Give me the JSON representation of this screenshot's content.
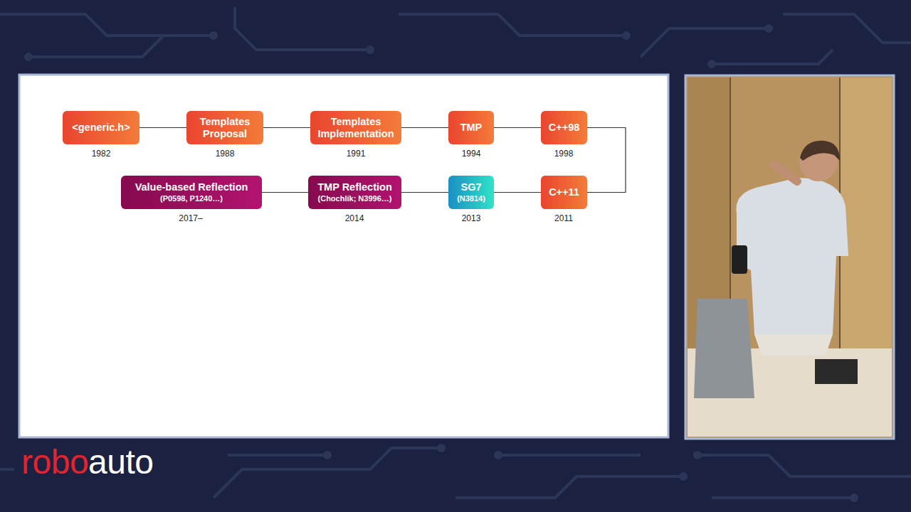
{
  "diagram": {
    "nodes": [
      {
        "text": [
          "<generic.h>"
        ]
      },
      {
        "text": [
          "Templates Proposal"
        ]
      },
      {
        "text": [
          "Templates Implementation"
        ]
      },
      {
        "text": [
          "TMP"
        ]
      },
      {
        "text": [
          "C++98"
        ]
      },
      {
        "text": [
          "C++11"
        ]
      },
      {
        "text": [
          "SG7",
          "(N3814)"
        ]
      },
      {
        "text": [
          "TMP Reflection",
          "(Chochlík; N3996…)"
        ]
      },
      {
        "text": [
          "Value-based Reflection",
          "(P0598, P1240…)"
        ]
      }
    ],
    "edges": [
      {
        "from": 0,
        "to": 1,
        "arrow": "none"
      },
      {
        "from": 1,
        "to": 2,
        "arrow": "none"
      },
      {
        "from": 2,
        "to": 3,
        "arrow": "none"
      },
      {
        "from": 3,
        "to": 4,
        "arrow": "none"
      },
      {
        "from": 4,
        "to": 5,
        "arrow": "none"
      },
      {
        "from": 5,
        "to": 6,
        "arrow": "none"
      },
      {
        "from": 6,
        "to": 7,
        "arrow": "none"
      },
      {
        "from": 7,
        "to": 8,
        "arrow": "none"
      }
    ],
    "labels": [
      "1982",
      "1988",
      "1991",
      "1994",
      "1998",
      "2011",
      "2013",
      "2014",
      "2017–",
      "robo",
      "auto"
    ]
  }
}
